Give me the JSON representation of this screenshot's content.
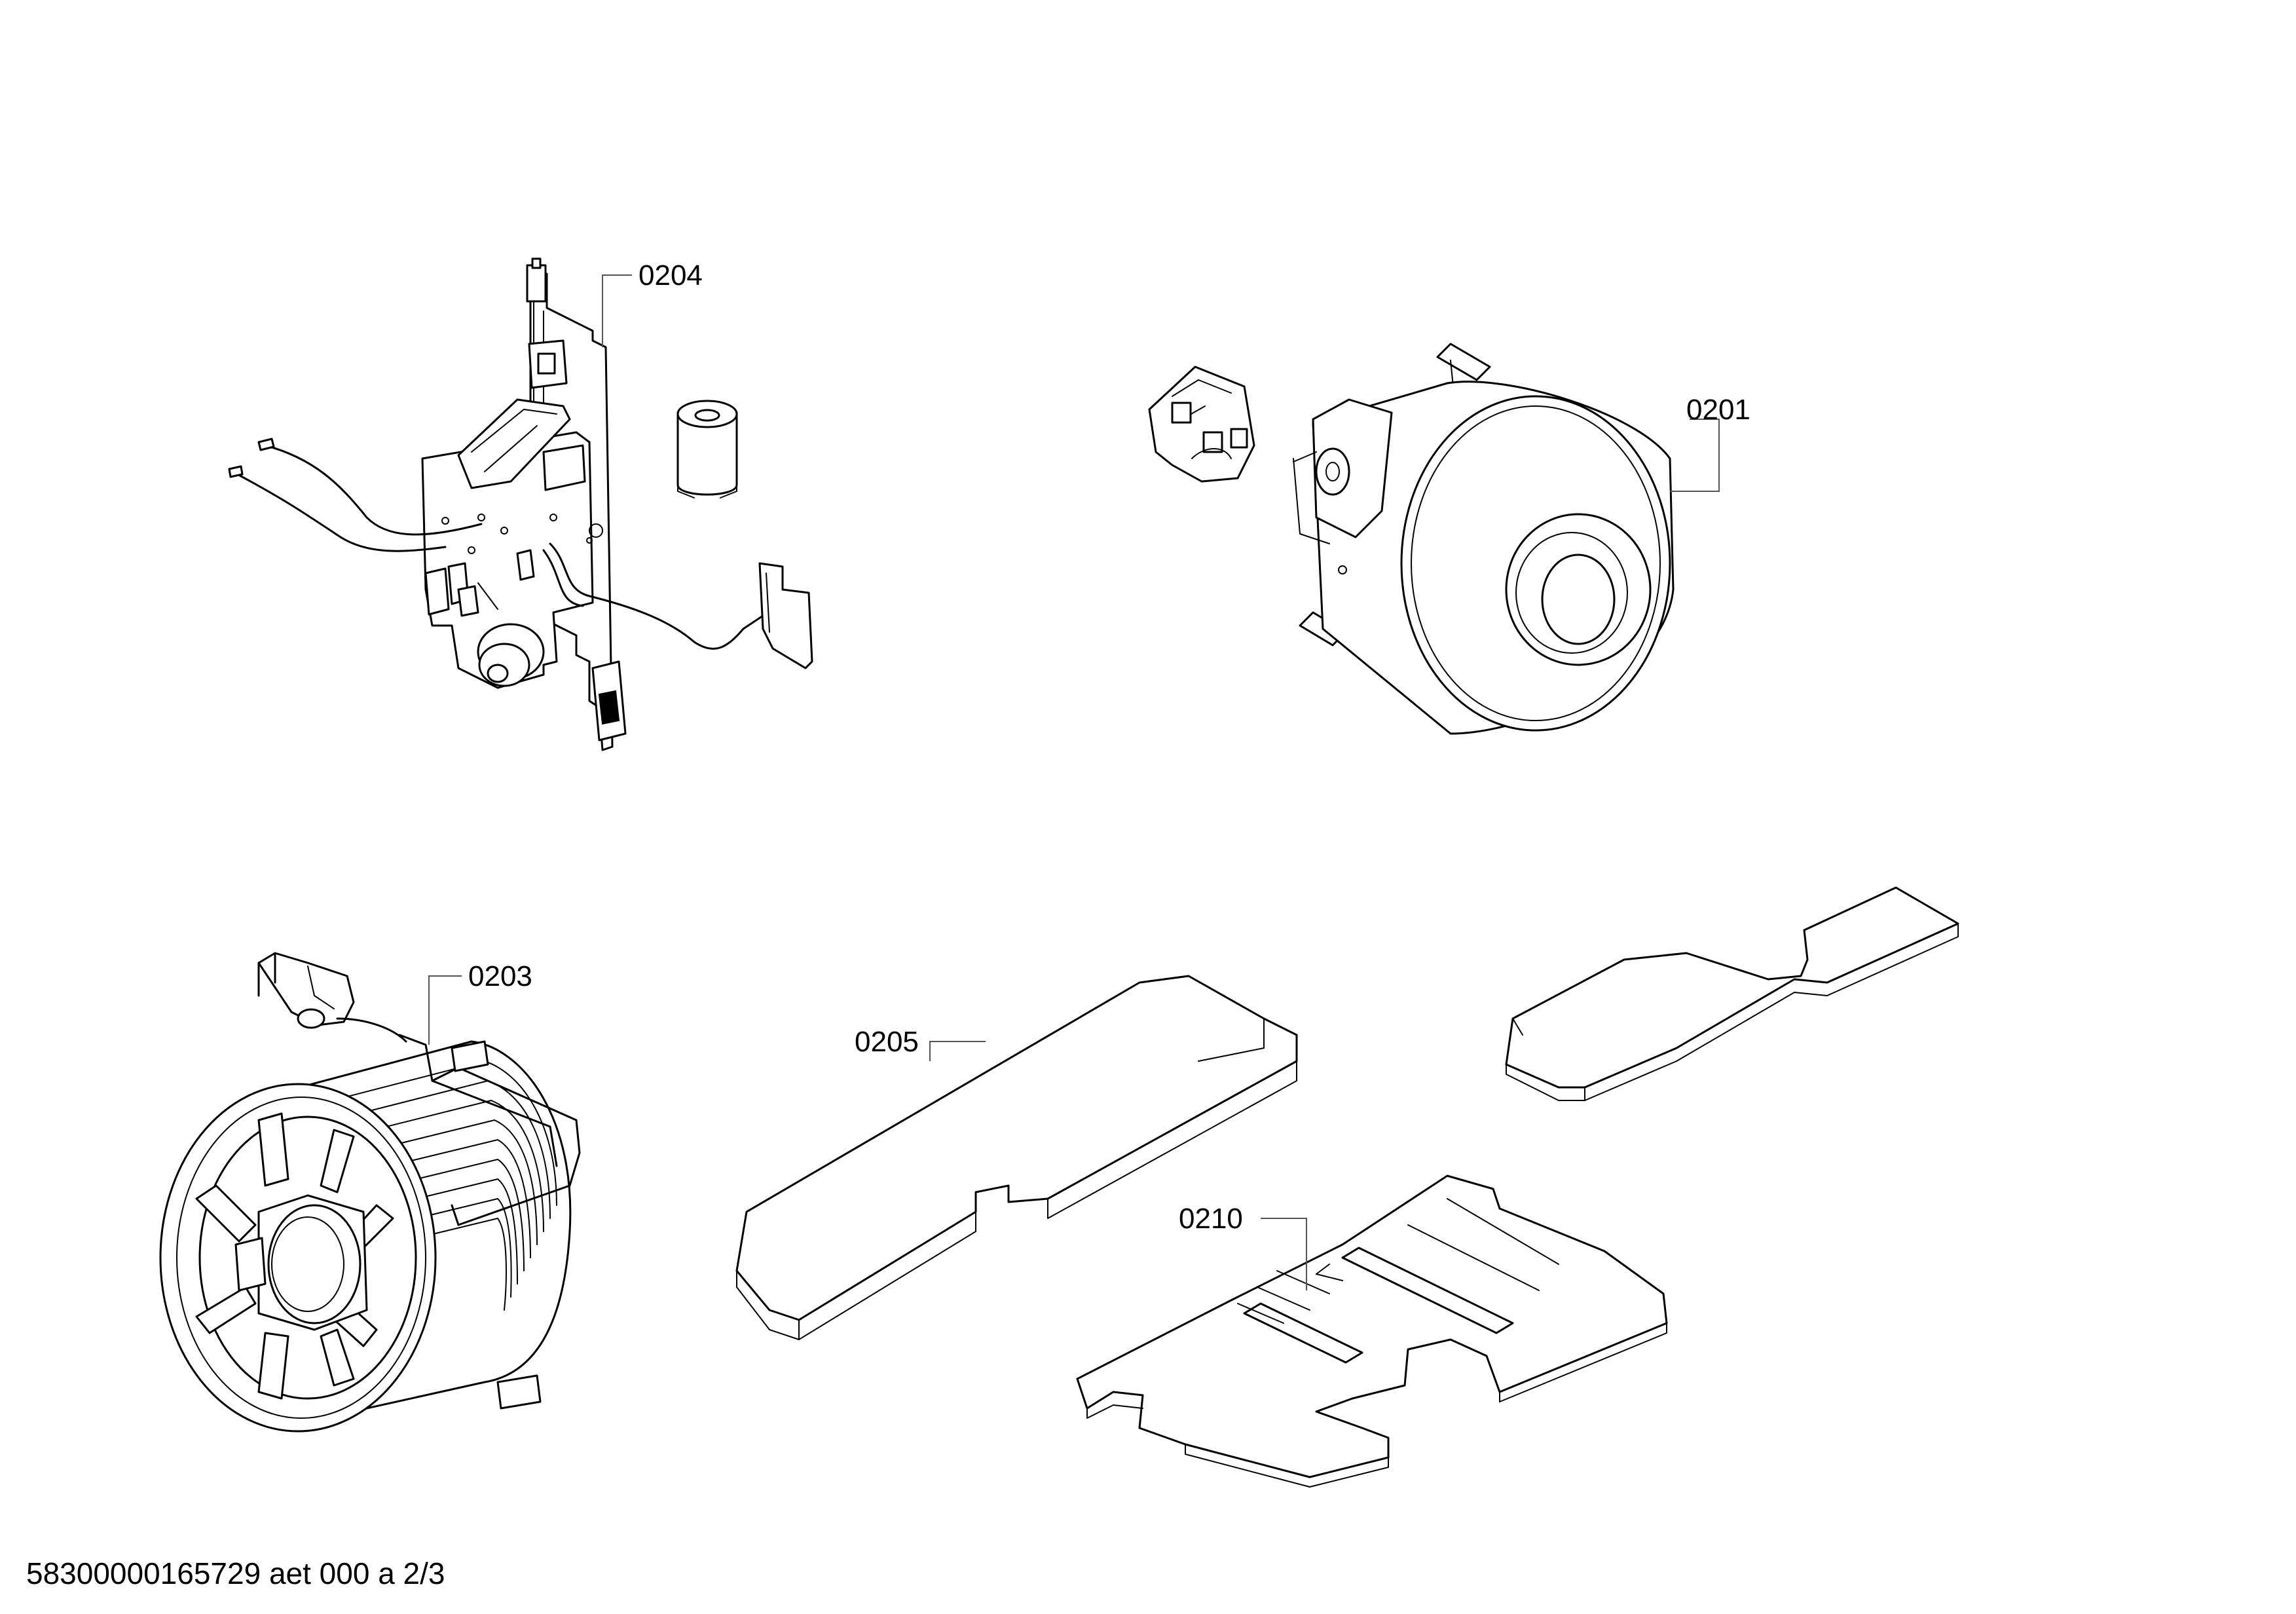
{
  "labels": {
    "p0204": "0204",
    "p0201": "0201",
    "p0203": "0203",
    "p0205": "0205",
    "p0210": "0210"
  },
  "footer": "58300000165729 aet 000 a 2/3"
}
